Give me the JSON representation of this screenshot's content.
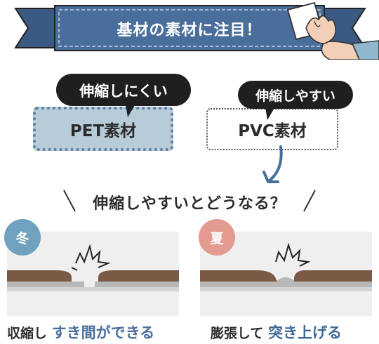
{
  "banner": {
    "title": "基材の素材に注目！",
    "ribbon_color": "#4a6e9c"
  },
  "materials": {
    "pet": {
      "label": "PET素材",
      "bubble": "伸縮しにくい"
    },
    "pvc": {
      "label": "PVC素材",
      "bubble": "伸縮しやすい"
    }
  },
  "question": {
    "text": "伸縮しやすいとどうなる？"
  },
  "seasons": {
    "winter": {
      "badge": "冬",
      "badge_color": "#6fa2bf",
      "caption_plain": "収縮し",
      "caption_emphasis": "すき間ができる"
    },
    "summer": {
      "badge": "夏",
      "badge_color": "#e39a8f",
      "caption_plain": "膨張して",
      "caption_emphasis": "突き上げる"
    }
  },
  "colors": {
    "floor_brown": "#7a5a44",
    "substrate_gray": "#b8b8b8",
    "accent_blue": "#4a6e9c"
  }
}
